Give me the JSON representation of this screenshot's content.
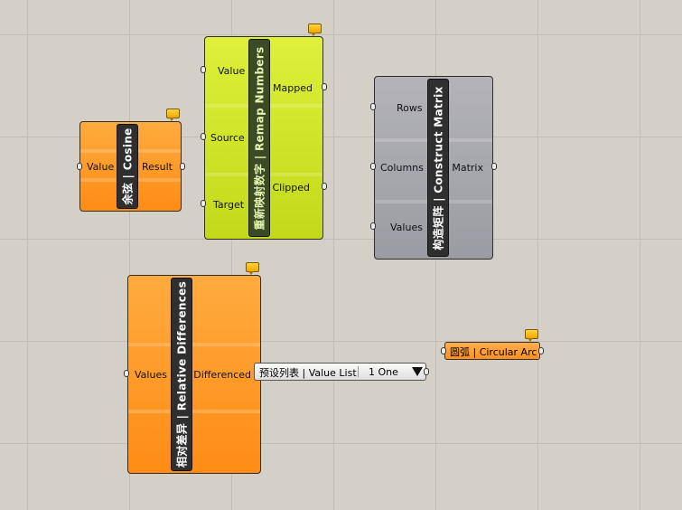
{
  "components": {
    "cosine": {
      "nickname": "余弦 | Cosine",
      "inputs": [
        "Value"
      ],
      "outputs": [
        "Result"
      ],
      "color": "#ff9a2a"
    },
    "remap": {
      "nickname": "重新映射数字 | Remap Numbers",
      "inputs": [
        "Value",
        "Source",
        "Target"
      ],
      "outputs": [
        "Mapped",
        "Clipped"
      ],
      "color": "#d1e62a"
    },
    "matrix": {
      "nickname": "构造矩阵 | Construct Matrix",
      "inputs": [
        "Rows",
        "Columns",
        "Values"
      ],
      "outputs": [
        "Matrix"
      ],
      "color": "#a8a8b0"
    },
    "reldiff": {
      "nickname": "相对差异 | Relative Differences",
      "inputs": [
        "Values"
      ],
      "outputs": [
        "Differenced"
      ],
      "color": "#ff9a2a"
    }
  },
  "value_list": {
    "label": "预设列表 | Value List",
    "selected": "1 One"
  },
  "arc": {
    "label": "圆弧 | Circular Arc"
  }
}
